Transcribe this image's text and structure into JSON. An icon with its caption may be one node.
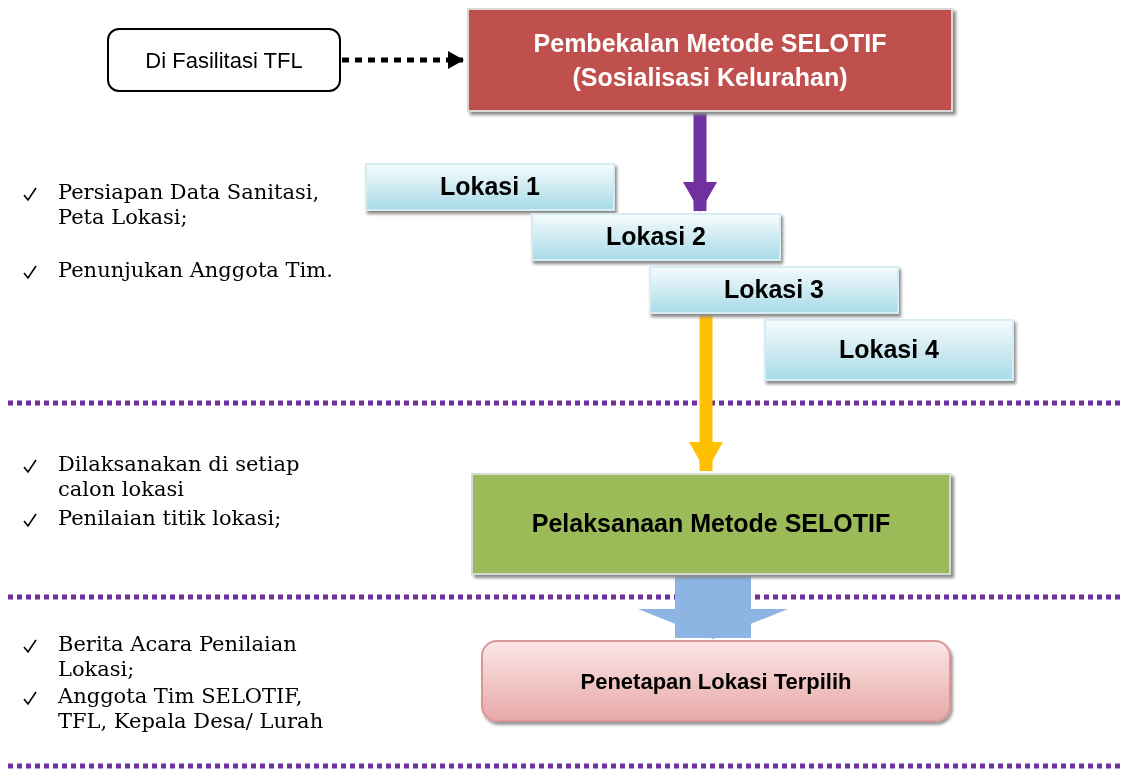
{
  "diagram": {
    "nodes": [
      {
        "text": [
          "Di Fasilitasi TFL"
        ]
      },
      {
        "text": [
          "Pembekalan Metode SELOTIF (Sosialisasi Kelurahan)"
        ]
      },
      {
        "text": [
          "Lokasi 1"
        ]
      },
      {
        "text": [
          "Lokasi 2"
        ]
      },
      {
        "text": [
          "Lokasi 3"
        ]
      },
      {
        "text": [
          "Lokasi 4"
        ]
      },
      {
        "text": [
          "Pelaksanaan Metode SELOTIF"
        ]
      },
      {
        "text": [
          "Penetapan Lokasi Terpilih"
        ]
      }
    ],
    "edges": [
      {
        "from": 0,
        "to": 1,
        "arrow": "to",
        "style": "dashed"
      },
      {
        "from": 1,
        "to": 3,
        "arrow": "to",
        "color": "#7030a0"
      },
      {
        "from": 4,
        "to": 6,
        "arrow": "to",
        "color": "#ffc000"
      },
      {
        "from": 6,
        "to": 7,
        "arrow": "to",
        "style": "thick",
        "color": "#8eb4e3"
      }
    ],
    "labels": [
      "Persiapan Data Sanitasi, Peta Lokasi;",
      "Penunjukan Anggota Tim.",
      "Dilaksanakan di setiap calon lokasi",
      "Penilaian titik lokasi;",
      "Berita Acara Penilaian Lokasi;",
      "Anggota Tim SELOTIF, TFL, Kepala Desa/ Lurah"
    ]
  }
}
